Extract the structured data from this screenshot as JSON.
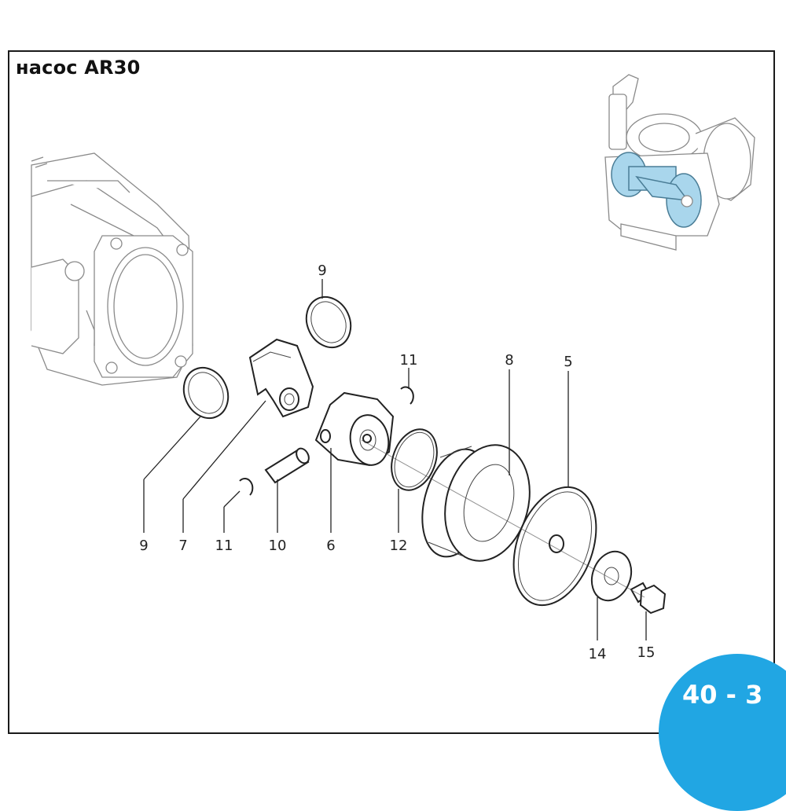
{
  "title": "насос AR30",
  "page_badge": "40 - 3",
  "callouts": {
    "c9_top": "9",
    "c11_top": "11",
    "c8": "8",
    "c5": "5",
    "c9_bottom": "9",
    "c7": "7",
    "c11_bottom": "11",
    "c10": "10",
    "c6": "6",
    "c12": "12",
    "c14": "14",
    "c15": "15"
  },
  "colors": {
    "badge": "#21a6e3",
    "highlight": "#a9d6ec",
    "line": "#222222"
  }
}
